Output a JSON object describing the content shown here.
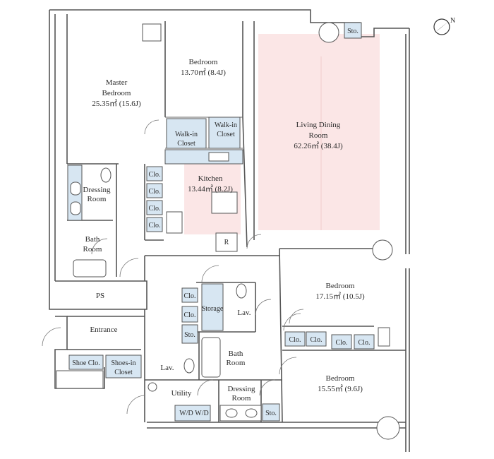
{
  "compass": {
    "north_label": "N"
  },
  "rooms": {
    "master_bedroom": {
      "line1": "Master",
      "line2": "Bedroom",
      "area": "25.35㎡ (15.6J)"
    },
    "bedroom_top": {
      "line1": "Bedroom",
      "area": "13.70㎡ (8.4J)"
    },
    "living_dining": {
      "line1": "Living Dining",
      "line2": "Room",
      "area": "62.26㎡ (38.4J)"
    },
    "kitchen": {
      "line1": "Kitchen",
      "area": "13.44㎡ (8.2J)"
    },
    "dressing_room_left": {
      "line1": "Dressing",
      "line2": "Room"
    },
    "bath_left": {
      "line1": "Bath",
      "line2": "Room"
    },
    "ps": {
      "line1": "PS"
    },
    "entrance": {
      "line1": "Entrance"
    },
    "bedroom_mid": {
      "line1": "Bedroom",
      "area": "17.15㎡ (10.5J)"
    },
    "bedroom_bottom": {
      "line1": "Bedroom",
      "area": "15.55㎡ (9.6J)"
    },
    "lav_mid": {
      "line1": "Lav."
    },
    "lav_bottom": {
      "line1": "Lav."
    },
    "bath_mid": {
      "line1": "Bath",
      "line2": "Room"
    },
    "dressing_room_bottom": {
      "line1": "Dressing",
      "line2": "Room"
    },
    "utility": {
      "line1": "Utility"
    }
  },
  "storage_labels": {
    "walkin_left": {
      "line1": "Walk-in",
      "line2": "Closet"
    },
    "walkin_right": {
      "line1": "Walk-in",
      "line2": "Closet"
    },
    "sto_top": "Sto.",
    "sto_bottom": "Sto.",
    "clo": "Clo.",
    "storage": "Storage",
    "shoe_clo": "Shoe Clo.",
    "shoes_in": {
      "line1": "Shoes-in",
      "line2": "Closet"
    },
    "fridge": "R",
    "washer": "W/D"
  }
}
